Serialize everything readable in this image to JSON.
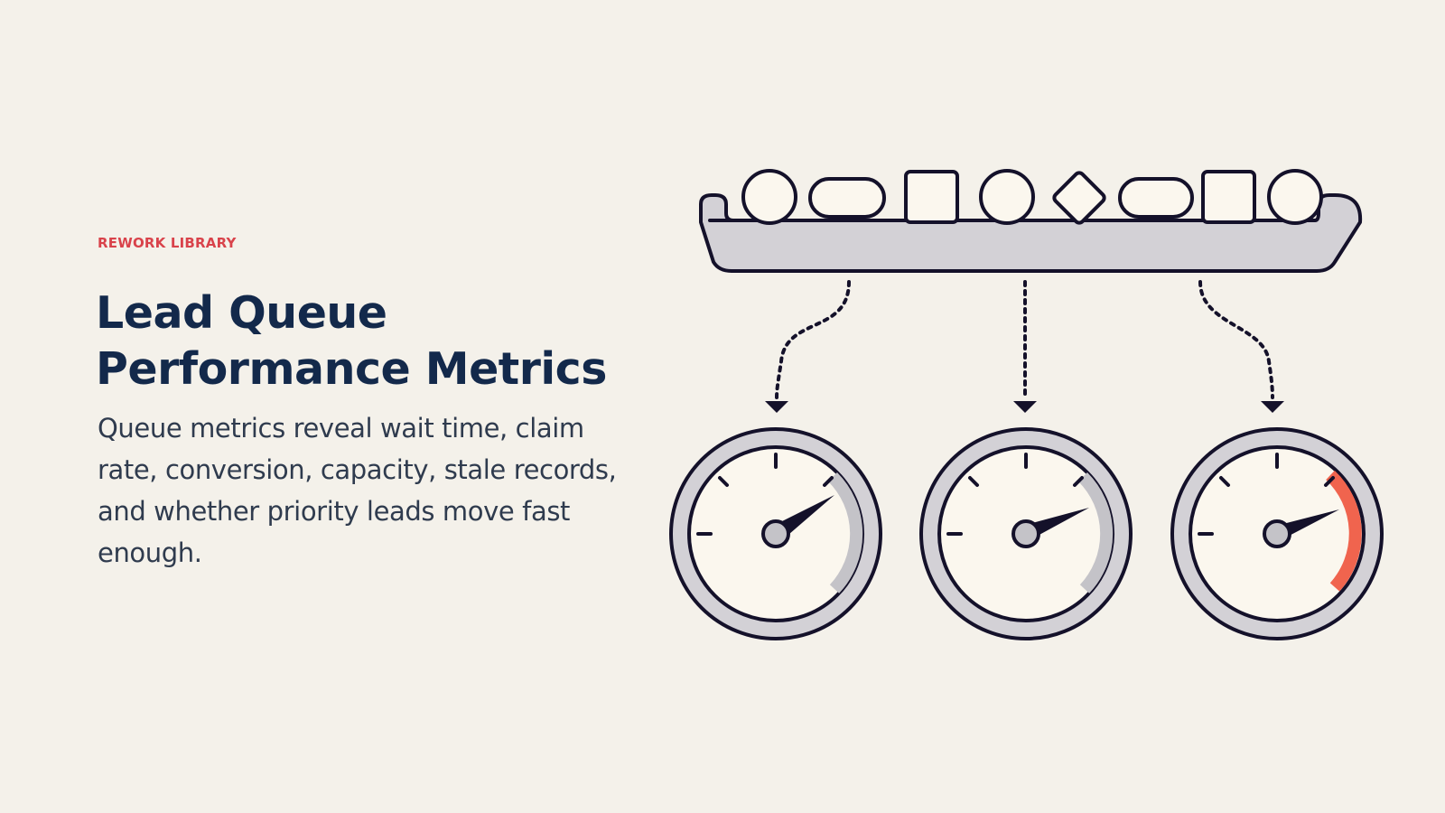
{
  "eyebrow": "REWORK LIBRARY",
  "title": "Lead Queue Performance Metrics",
  "description": "Queue metrics reveal wait time, claim rate, conversion, capacity, stale records, and whether priority leads move fast enough.",
  "colors": {
    "background": "#f4f1ea",
    "accent": "#d9434b",
    "title": "#13294b",
    "body_text": "#2f3b4e",
    "outline": "#14112a",
    "tray": "#d3d1d6",
    "gauge_face": "#fbf7ee",
    "gauge_arc_neutral": "#c4c3c8",
    "gauge_arc_alert": "#f0644e"
  },
  "illustration": {
    "tray_items": [
      "circle",
      "pill",
      "square",
      "circle",
      "diamond",
      "pill",
      "square",
      "circle"
    ],
    "gauges": [
      {
        "name": "gauge-left",
        "needle_level": 0.72,
        "arc_color": "neutral"
      },
      {
        "name": "gauge-middle",
        "needle_level": 0.82,
        "arc_color": "neutral"
      },
      {
        "name": "gauge-right",
        "needle_level": 0.84,
        "arc_color": "alert"
      }
    ]
  }
}
